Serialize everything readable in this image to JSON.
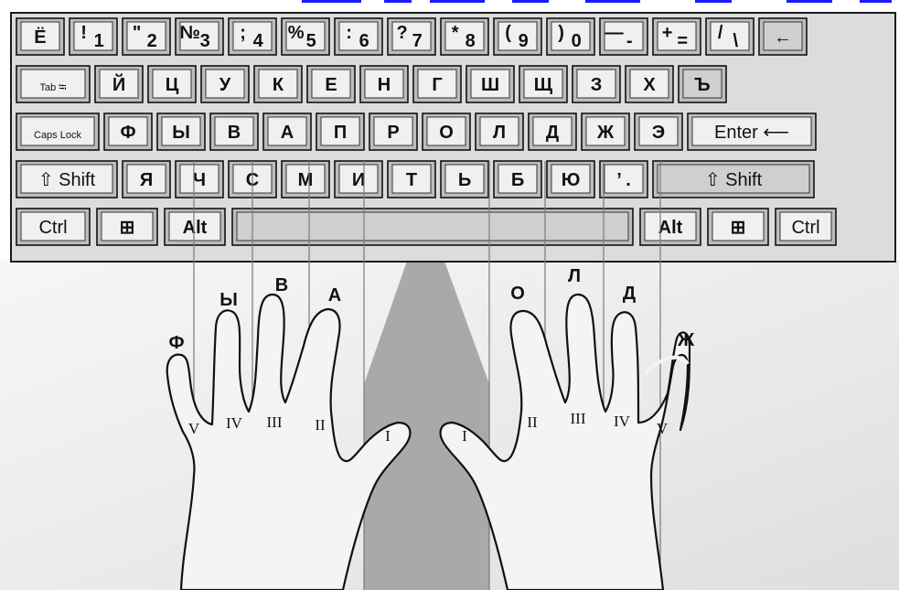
{
  "keyboard": {
    "rows": [
      [
        {
          "main": "Ё"
        },
        {
          "top": "!",
          "main": "1"
        },
        {
          "top": "\"",
          "main": "2"
        },
        {
          "top": "№",
          "main": "3"
        },
        {
          "top": ";",
          "main": "4"
        },
        {
          "top": "%",
          "main": "5"
        },
        {
          "top": ":",
          "main": "6"
        },
        {
          "top": "?",
          "main": "7"
        },
        {
          "top": "*",
          "main": "8"
        },
        {
          "top": "(",
          "main": "9"
        },
        {
          "top": ")",
          "main": "0"
        },
        {
          "top": "—",
          "main": "-"
        },
        {
          "top": "+",
          "main": "="
        },
        {
          "top": "/",
          "main": "\\"
        },
        {
          "main": "←"
        }
      ],
      [
        {
          "main": "Tab ⭾"
        },
        {
          "main": "Й"
        },
        {
          "main": "Ц"
        },
        {
          "main": "У"
        },
        {
          "main": "К"
        },
        {
          "main": "Е"
        },
        {
          "main": "Н"
        },
        {
          "main": "Г"
        },
        {
          "main": "Ш"
        },
        {
          "main": "Щ"
        },
        {
          "main": "З"
        },
        {
          "main": "Х"
        },
        {
          "main": "Ъ"
        }
      ],
      [
        {
          "main": "Caps Lock"
        },
        {
          "main": "Ф"
        },
        {
          "main": "Ы"
        },
        {
          "main": "В"
        },
        {
          "main": "А"
        },
        {
          "main": "П"
        },
        {
          "main": "Р"
        },
        {
          "main": "О"
        },
        {
          "main": "Л"
        },
        {
          "main": "Д"
        },
        {
          "main": "Ж"
        },
        {
          "main": "Э"
        },
        {
          "main": "Enter ⟵"
        }
      ],
      [
        {
          "main": "⇧ Shift"
        },
        {
          "main": "Я"
        },
        {
          "main": "Ч"
        },
        {
          "main": "С"
        },
        {
          "main": "М"
        },
        {
          "main": "И"
        },
        {
          "main": "Т"
        },
        {
          "main": "Ь"
        },
        {
          "main": "Б"
        },
        {
          "main": "Ю"
        },
        {
          "main": "’ ."
        },
        {
          "main": "⇧ Shift"
        }
      ],
      [
        {
          "main": "Ctrl"
        },
        {
          "main": "⊞"
        },
        {
          "main": "Alt"
        },
        {
          "main": ""
        },
        {
          "main": "Alt"
        },
        {
          "main": "⊞"
        },
        {
          "main": "Ctrl"
        }
      ]
    ]
  },
  "home_keys": {
    "left": [
      "Ф",
      "Ы",
      "В",
      "А"
    ],
    "right": [
      "О",
      "Л",
      "Д",
      "Ж"
    ]
  },
  "finger_numbers": {
    "left": [
      "V",
      "IV",
      "III",
      "II",
      "I"
    ],
    "right": [
      "I",
      "II",
      "III",
      "IV",
      "V"
    ]
  },
  "colors": {
    "key_face": "#f0f0f0",
    "key_face_shaded": "#cfcfcf",
    "keyboard_body": "#dcdcdc",
    "background": "#eeeeee",
    "thumb_zone": "#a8a8a8",
    "link_blue": "#1a1aff",
    "line": "#1a1a1a"
  }
}
